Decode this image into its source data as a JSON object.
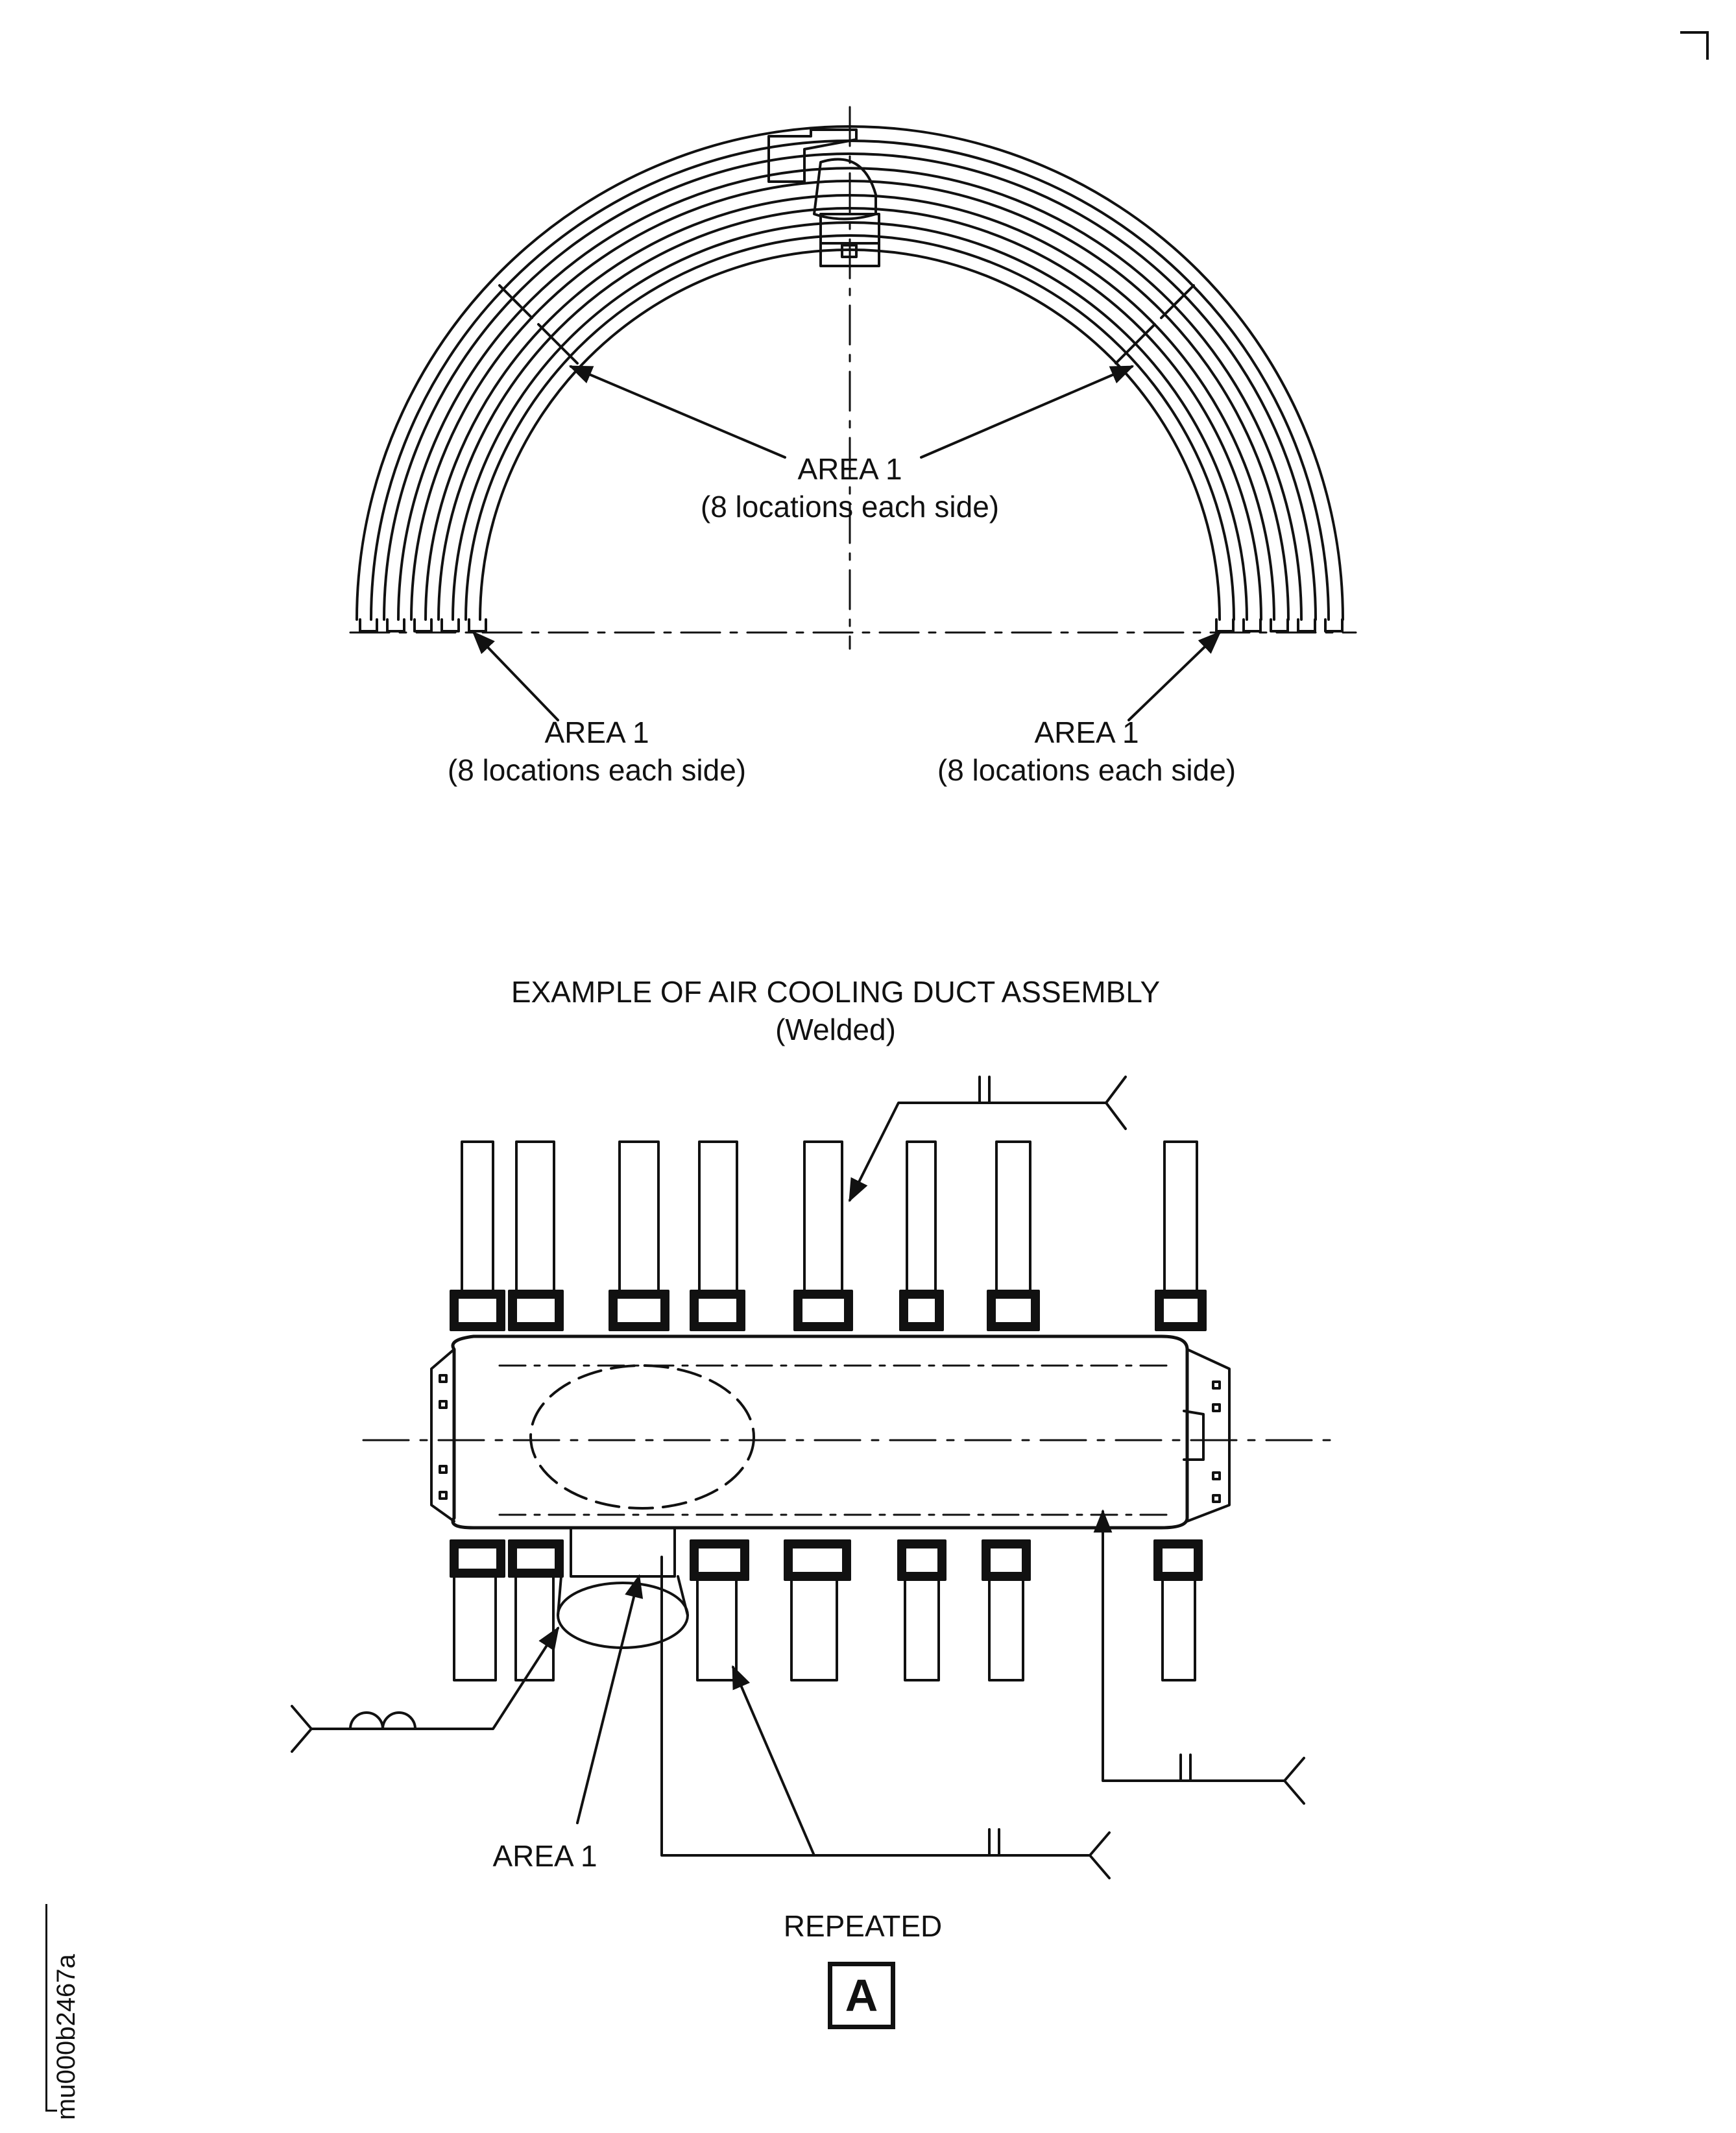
{
  "figure": {
    "ring_view": {
      "callout_top": {
        "line1": "AREA 1",
        "line2": "(8 locations each side)"
      },
      "callout_left": {
        "line1": "AREA 1",
        "line2": "(8 locations each side)"
      },
      "callout_right": {
        "line1": "AREA 1",
        "line2": "(8 locations each side)"
      }
    },
    "caption": {
      "title": "EXAMPLE OF AIR COOLING DUCT ASSEMBLY",
      "subtitle": "(Welded)"
    },
    "manifold_view": {
      "callout_area": "AREA 1",
      "repeated_label": "REPEATED",
      "detail_letter": "A"
    },
    "reference_code": "mu000b2467a"
  }
}
